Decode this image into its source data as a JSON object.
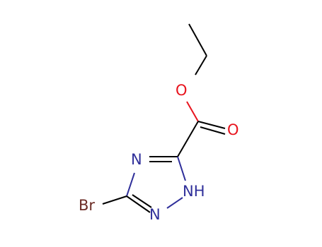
{
  "molecule": {
    "atoms": {
      "o_ether": {
        "label": "O",
        "color": "#e8141e"
      },
      "o_carbonyl": {
        "label": "O",
        "color": "#e8141e"
      },
      "n_ring": {
        "label": "N",
        "color": "#2f2f9a"
      },
      "nh_ring": {
        "label": "NH",
        "color": "#2f2f9a"
      },
      "n_ring_bottom": {
        "label": "N",
        "color": "#2f2f9a"
      },
      "bromine": {
        "label": "Br",
        "color": "#6b2b25"
      }
    },
    "colors": {
      "bond": "#000000"
    }
  }
}
